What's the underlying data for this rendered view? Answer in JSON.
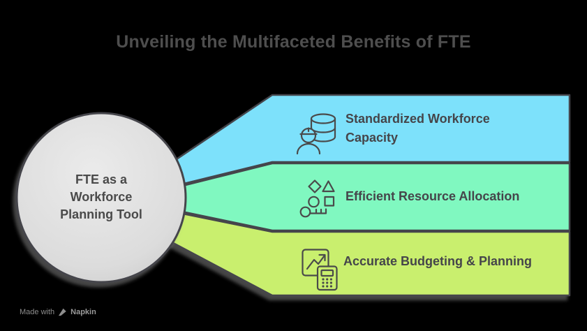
{
  "title": "Unveiling the Multifaceted Benefits of FTE",
  "center_node": {
    "lines": [
      "FTE as a",
      "Workforce",
      "Planning Tool"
    ]
  },
  "banners": [
    {
      "label": "Standardized Workforce Capacity",
      "color": "#7de1fb",
      "icon": "engineer-database-icon"
    },
    {
      "label": "Efficient Resource Allocation",
      "color": "#80f8c0",
      "icon": "shapes-key-icon"
    },
    {
      "label": "Accurate Budgeting & Planning",
      "color": "#c9ef6e",
      "icon": "chart-calculator-icon"
    }
  ],
  "footer": {
    "made_with": "Made with",
    "brand": "Napkin"
  },
  "colors": {
    "background": "#000000",
    "shape_stroke": "#45454b",
    "icon_stroke": "#4a4a4a",
    "title_text": "#4e4e4e",
    "banner_text": "#45454a",
    "center_text": "#4a4a4a",
    "footer_text": "#8d8d8d",
    "circle_fill_light": "#eaeaea",
    "circle_fill_dark": "#cbcbcb"
  }
}
